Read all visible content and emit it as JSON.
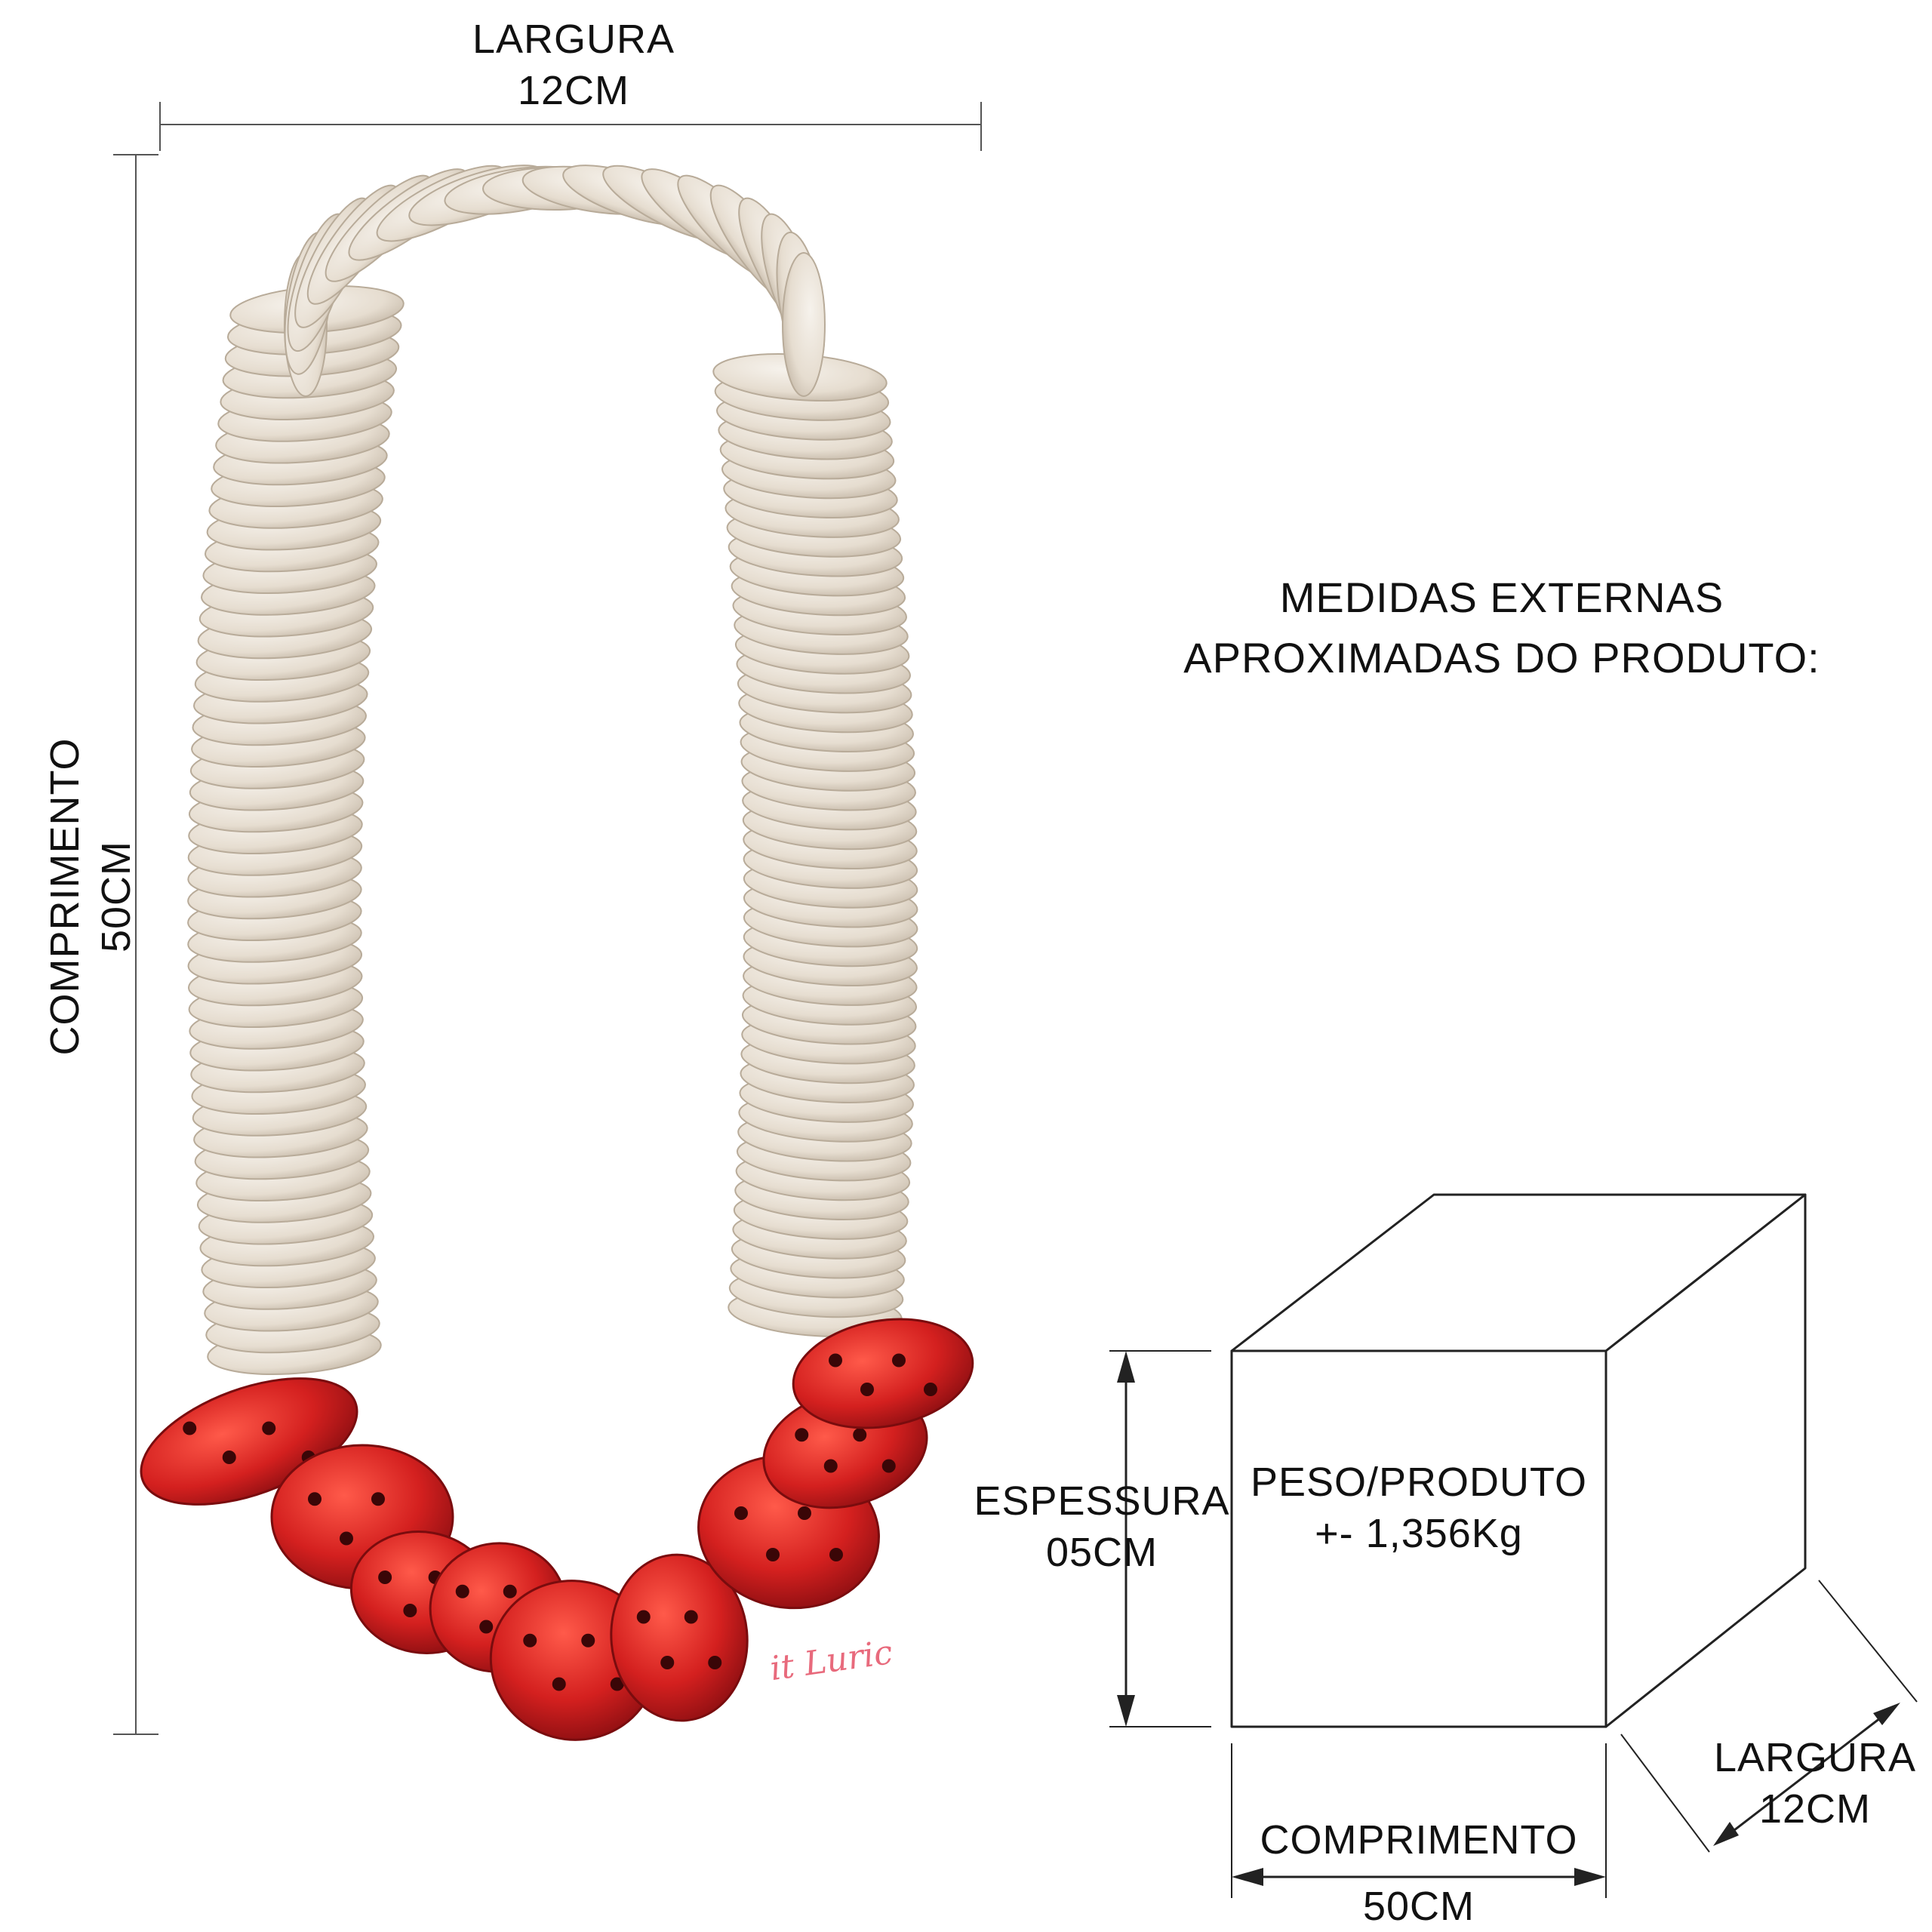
{
  "necklace": {
    "width_label": "LARGURA",
    "width_value": "12CM",
    "length_label": "COMPRIMENTO",
    "length_value": "50CM",
    "logo_text": "it Luric",
    "bead_color": "#e8e1d6",
    "coral_color": "#c91f22"
  },
  "info": {
    "line1": "MEDIDAS EXTERNAS",
    "line2": "APROXIMADAS DO PRODUTO:"
  },
  "box": {
    "thickness_label": "ESPESSURA",
    "thickness_value": "05CM",
    "weight_label": "PESO/PRODUTO",
    "weight_value": "+- 1,356Kg",
    "length_label": "COMPRIMENTO",
    "length_value": "50CM",
    "width_label": "LARGURA",
    "width_value": "12CM"
  }
}
